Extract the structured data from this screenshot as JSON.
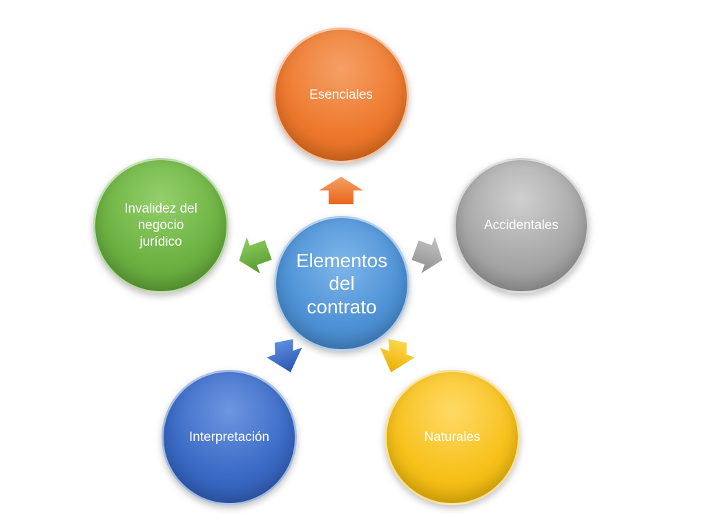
{
  "diagram": {
    "center": {
      "label": "Elementos\ndel\ncontrato",
      "color": "#4f93d6"
    },
    "nodes": [
      {
        "id": "esenciales",
        "label": "Esenciales",
        "color": "#ee7a2f"
      },
      {
        "id": "accidentales",
        "label": "Accidentales",
        "color": "#a8a8a8"
      },
      {
        "id": "naturales",
        "label": "Naturales",
        "color": "#f7c21c"
      },
      {
        "id": "interpretacion",
        "label": "Interpretación",
        "color": "#3a6bc6"
      },
      {
        "id": "invalidez",
        "label": "Invalidez del\nnegocio\njurídico",
        "color": "#6db343"
      }
    ]
  }
}
